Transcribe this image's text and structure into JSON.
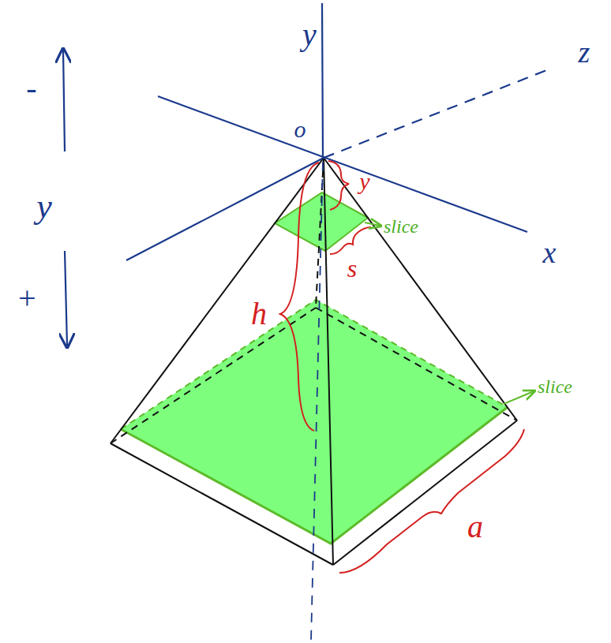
{
  "diagram": {
    "labels": [
      "y",
      "z",
      "-",
      "o",
      "y",
      "y",
      "slice",
      "x",
      "s",
      "+",
      "h",
      "slice",
      "a"
    ]
  }
}
